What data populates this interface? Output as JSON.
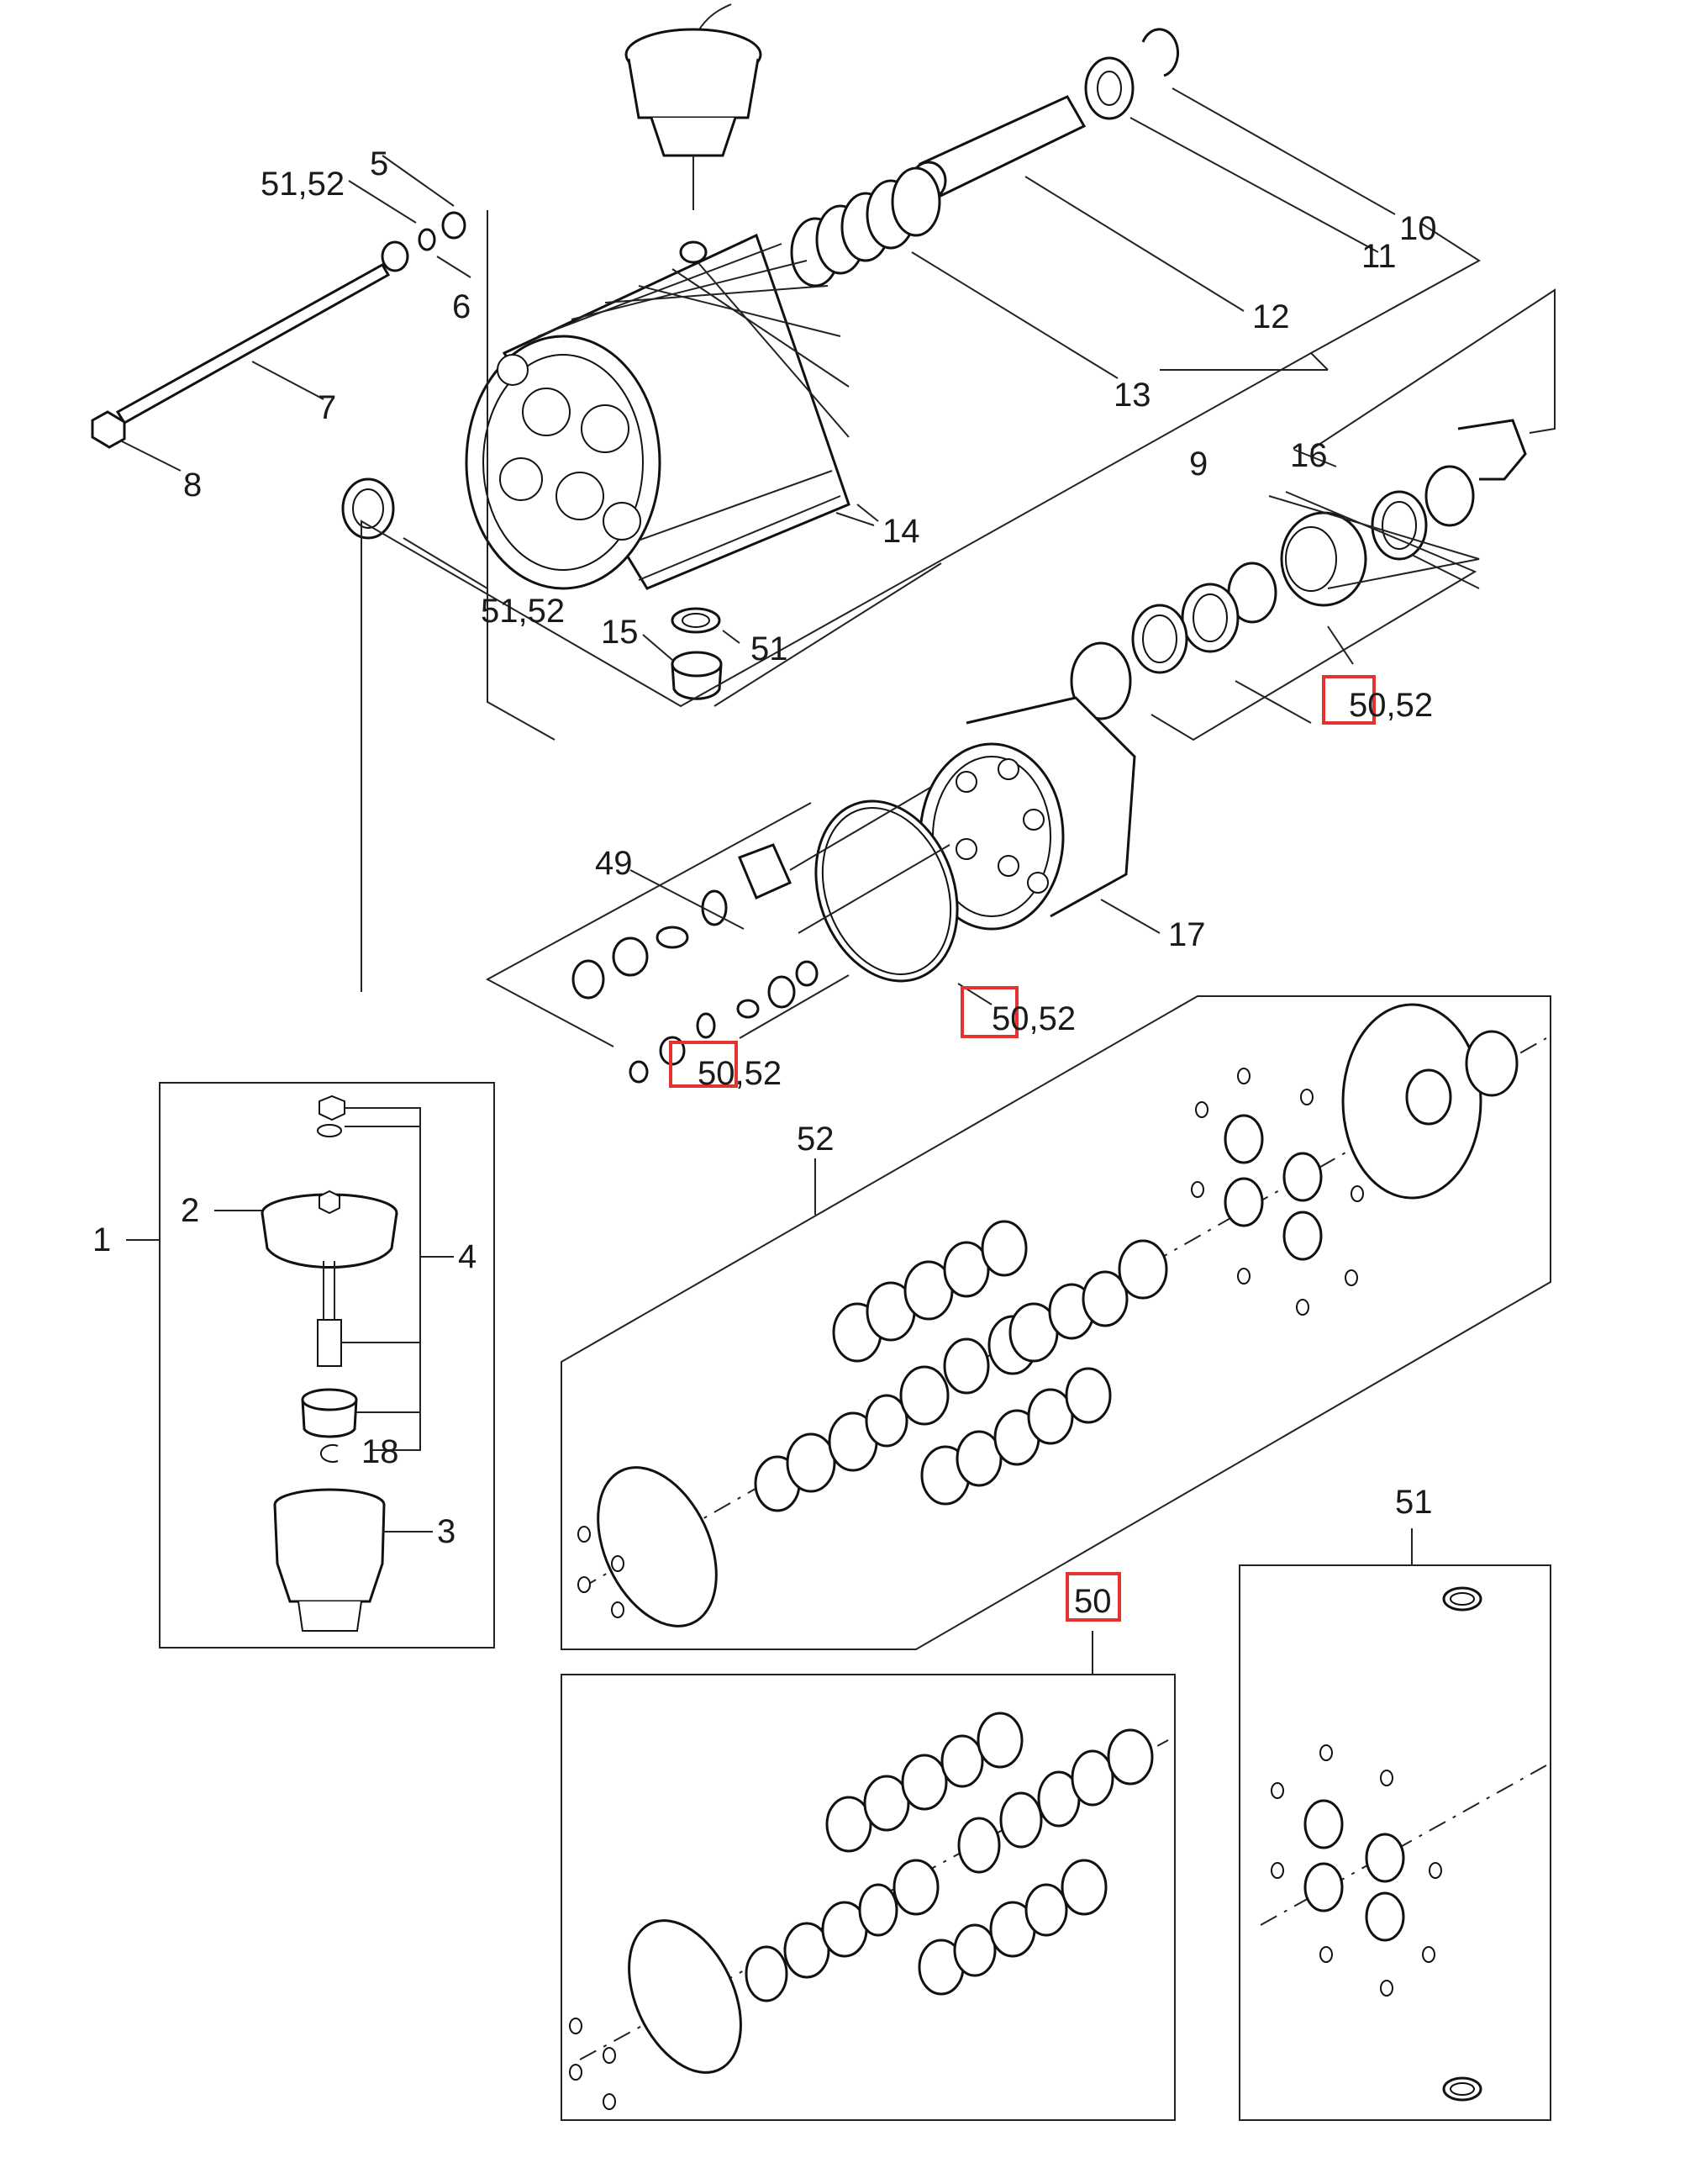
{
  "callouts": {
    "c1": "1",
    "c2": "2",
    "c3": "3",
    "c4": "4",
    "c5": "5",
    "c6": "6",
    "c7": "7",
    "c8": "8",
    "c9": "9",
    "c10": "10",
    "c11": "11",
    "c12": "12",
    "c13": "13",
    "c14": "14",
    "c15": "15",
    "c16": "16",
    "c17": "17",
    "c18": "18",
    "c49": "49",
    "c50_52_a": "50,52",
    "c50_52_b": "50,52",
    "c50_52_c": "50,52",
    "c51_52_a": "51,52",
    "c51_52_b": "51,52",
    "c51_a": "51",
    "c51_b": "51",
    "c52": "52",
    "c50": "50"
  },
  "colors": {
    "line": "#222222",
    "highlight": "#e4332f",
    "background": "#ffffff"
  }
}
